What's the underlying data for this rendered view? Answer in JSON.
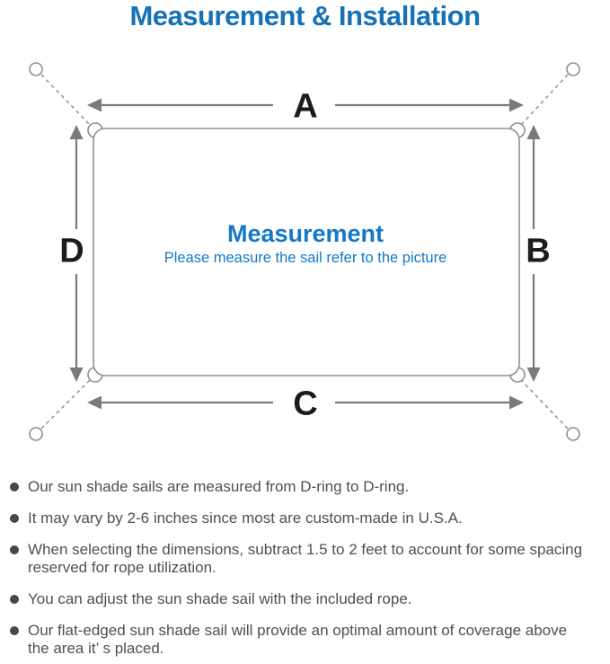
{
  "title": "Measurement & Installation",
  "colors": {
    "title_blue": "#1571b8",
    "diagram_blue": "#1478c8",
    "line_gray": "#8f8f8f",
    "arrow_gray": "#7a7a7a",
    "note_text_gray": "#4f4f4f"
  },
  "diagram": {
    "heading": "Measurement",
    "subheading": "Please measure the sail refer to the picture",
    "labels": {
      "top": "A",
      "right": "B",
      "bottom": "C",
      "left": "D"
    }
  },
  "notes": [
    {
      "lines": [
        "Our sun shade sails are measured from D-ring to D-ring."
      ]
    },
    {
      "lines": [
        "It may vary by 2-6 inches since most are custom-made in U.S.A."
      ]
    },
    {
      "lines": [
        "When selecting the dimensions, subtract 1.5 to 2 feet to account for some spacing",
        "reserved for rope utilization."
      ]
    },
    {
      "lines": [
        "You can adjust the sun shade sail with the included rope."
      ]
    },
    {
      "lines": [
        "Our flat-edged sun shade sail will provide an optimal amount of coverage above",
        "the area it’ s placed."
      ]
    }
  ]
}
